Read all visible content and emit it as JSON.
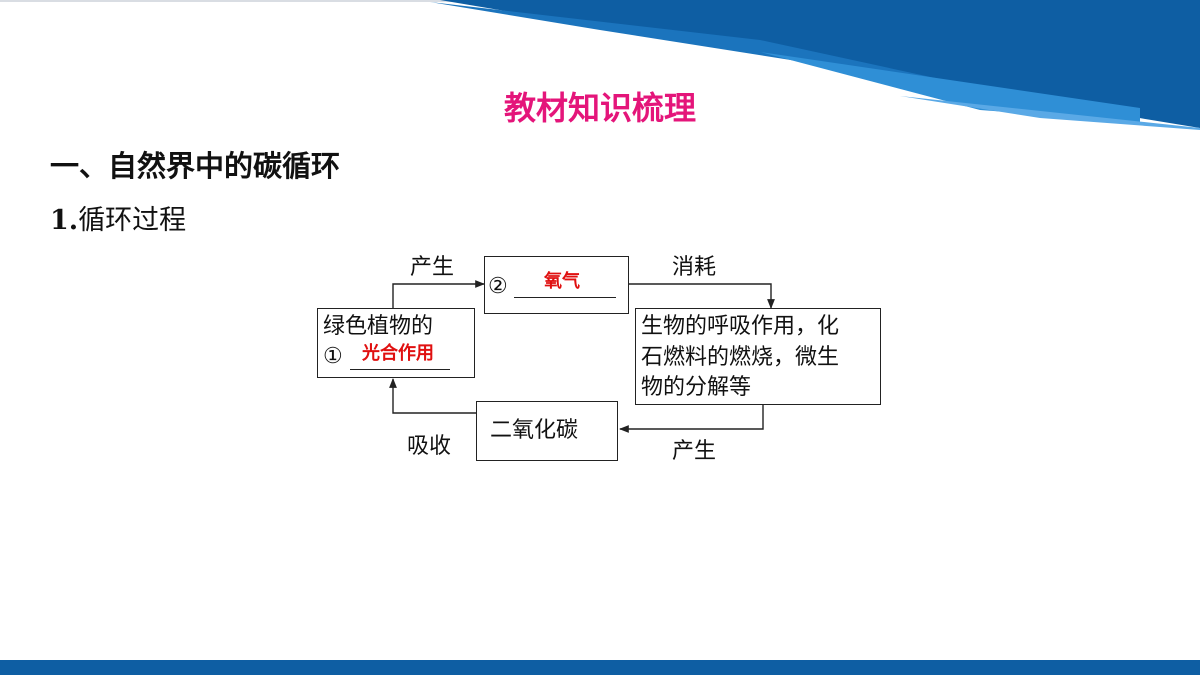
{
  "header": {
    "page_title": "教材知识梳理",
    "section_title": "一、自然界中的碳循环",
    "sub_title_num": "1.",
    "sub_title_text": "循环过程"
  },
  "diagram": {
    "plant_box": {
      "line1": "绿色植物的",
      "marker": "①",
      "answer": "光合作用"
    },
    "oxygen_box": {
      "marker": "②",
      "answer": "氧气"
    },
    "consumer_box": {
      "line1": "生物的呼吸作用，化",
      "line2": "石燃料的燃烧，微生",
      "line3": "物的分解等"
    },
    "co2_box": {
      "label": "二氧化碳"
    },
    "edges": {
      "produce_top": "产生",
      "consume": "消耗",
      "produce_bottom": "产生",
      "absorb": "吸收"
    }
  },
  "colors": {
    "title_pink": "#e4157a",
    "answer_red": "#e01010",
    "banner_blue": "#0e5ea3",
    "banner_light": "#2f8fd6"
  }
}
